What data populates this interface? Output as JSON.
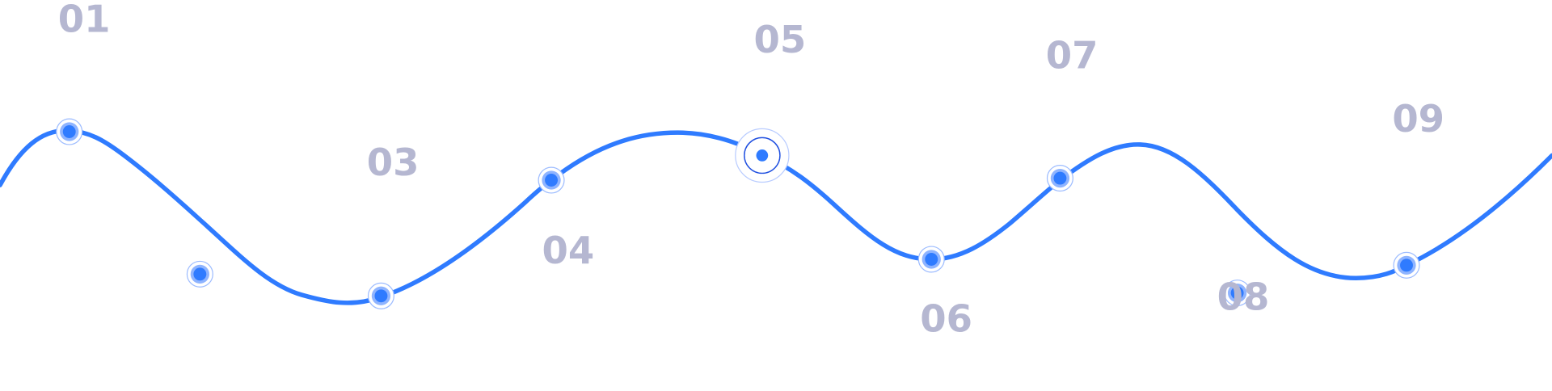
{
  "timeline": {
    "line_color": "#2f7bff",
    "label_color": "#b5b7d1",
    "highlighted_step": "05",
    "steps": [
      {
        "id": "01",
        "label": "01"
      },
      {
        "id": "02",
        "label": ""
      },
      {
        "id": "03",
        "label": "03"
      },
      {
        "id": "04",
        "label": "04"
      },
      {
        "id": "05",
        "label": "05"
      },
      {
        "id": "06",
        "label": "06"
      },
      {
        "id": "07",
        "label": "07"
      },
      {
        "id": "08",
        "label": "08"
      },
      {
        "id": "09",
        "label": "09"
      }
    ]
  }
}
